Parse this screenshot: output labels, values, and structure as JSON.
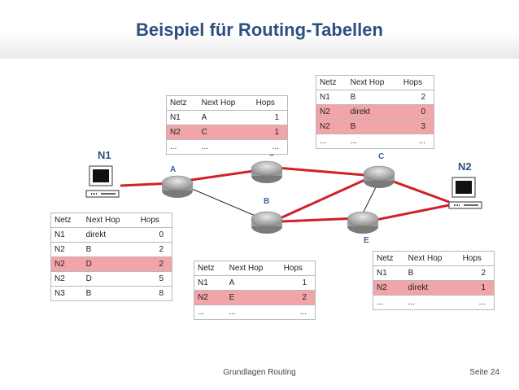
{
  "title": "Beispiel für Routing-Tabellen",
  "nodes": {
    "n1": "N1",
    "n2": "N2",
    "a": "A",
    "b": "B",
    "c": "C",
    "d": "D",
    "e": "E"
  },
  "headers": {
    "netz": "Netz",
    "next_hop": "Next Hop",
    "hops": "Hops"
  },
  "tables": {
    "a": {
      "rows": [
        {
          "netz": "N1",
          "next": "direkt",
          "hops": "0"
        },
        {
          "netz": "N2",
          "next": "B",
          "hops": "2"
        },
        {
          "netz": "N2",
          "next": "D",
          "hops": "2"
        },
        {
          "netz": "N2",
          "next": "D",
          "hops": "5"
        },
        {
          "netz": "N3",
          "next": "B",
          "hops": "8"
        }
      ]
    },
    "d": {
      "rows": [
        {
          "netz": "N1",
          "next": "A",
          "hops": "1"
        },
        {
          "netz": "N2",
          "next": "C",
          "hops": "1"
        },
        {
          "netz": "...",
          "next": "...",
          "hops": "..."
        }
      ]
    },
    "c": {
      "rows": [
        {
          "netz": "N1",
          "next": "B",
          "hops": "2"
        },
        {
          "netz": "N2",
          "next": "direkt",
          "hops": "0"
        },
        {
          "netz": "N2",
          "next": "B",
          "hops": "3"
        },
        {
          "netz": "...",
          "next": "...",
          "hops": "..."
        }
      ]
    },
    "b": {
      "rows": [
        {
          "netz": "N1",
          "next": "A",
          "hops": "1"
        },
        {
          "netz": "N2",
          "next": "E",
          "hops": "2"
        },
        {
          "netz": "...",
          "next": "...",
          "hops": "..."
        }
      ]
    },
    "e": {
      "rows": [
        {
          "netz": "N1",
          "next": "B",
          "hops": "2"
        },
        {
          "netz": "N2",
          "next": "direkt",
          "hops": "1"
        },
        {
          "netz": "...",
          "next": "...",
          "hops": "..."
        }
      ]
    }
  },
  "footer": {
    "center": "Grundlagen Routing",
    "right": "Seite 24"
  },
  "colors": {
    "route": "#d0202a",
    "title": "#2f4f7f",
    "highlight": "#f2a5a8"
  }
}
